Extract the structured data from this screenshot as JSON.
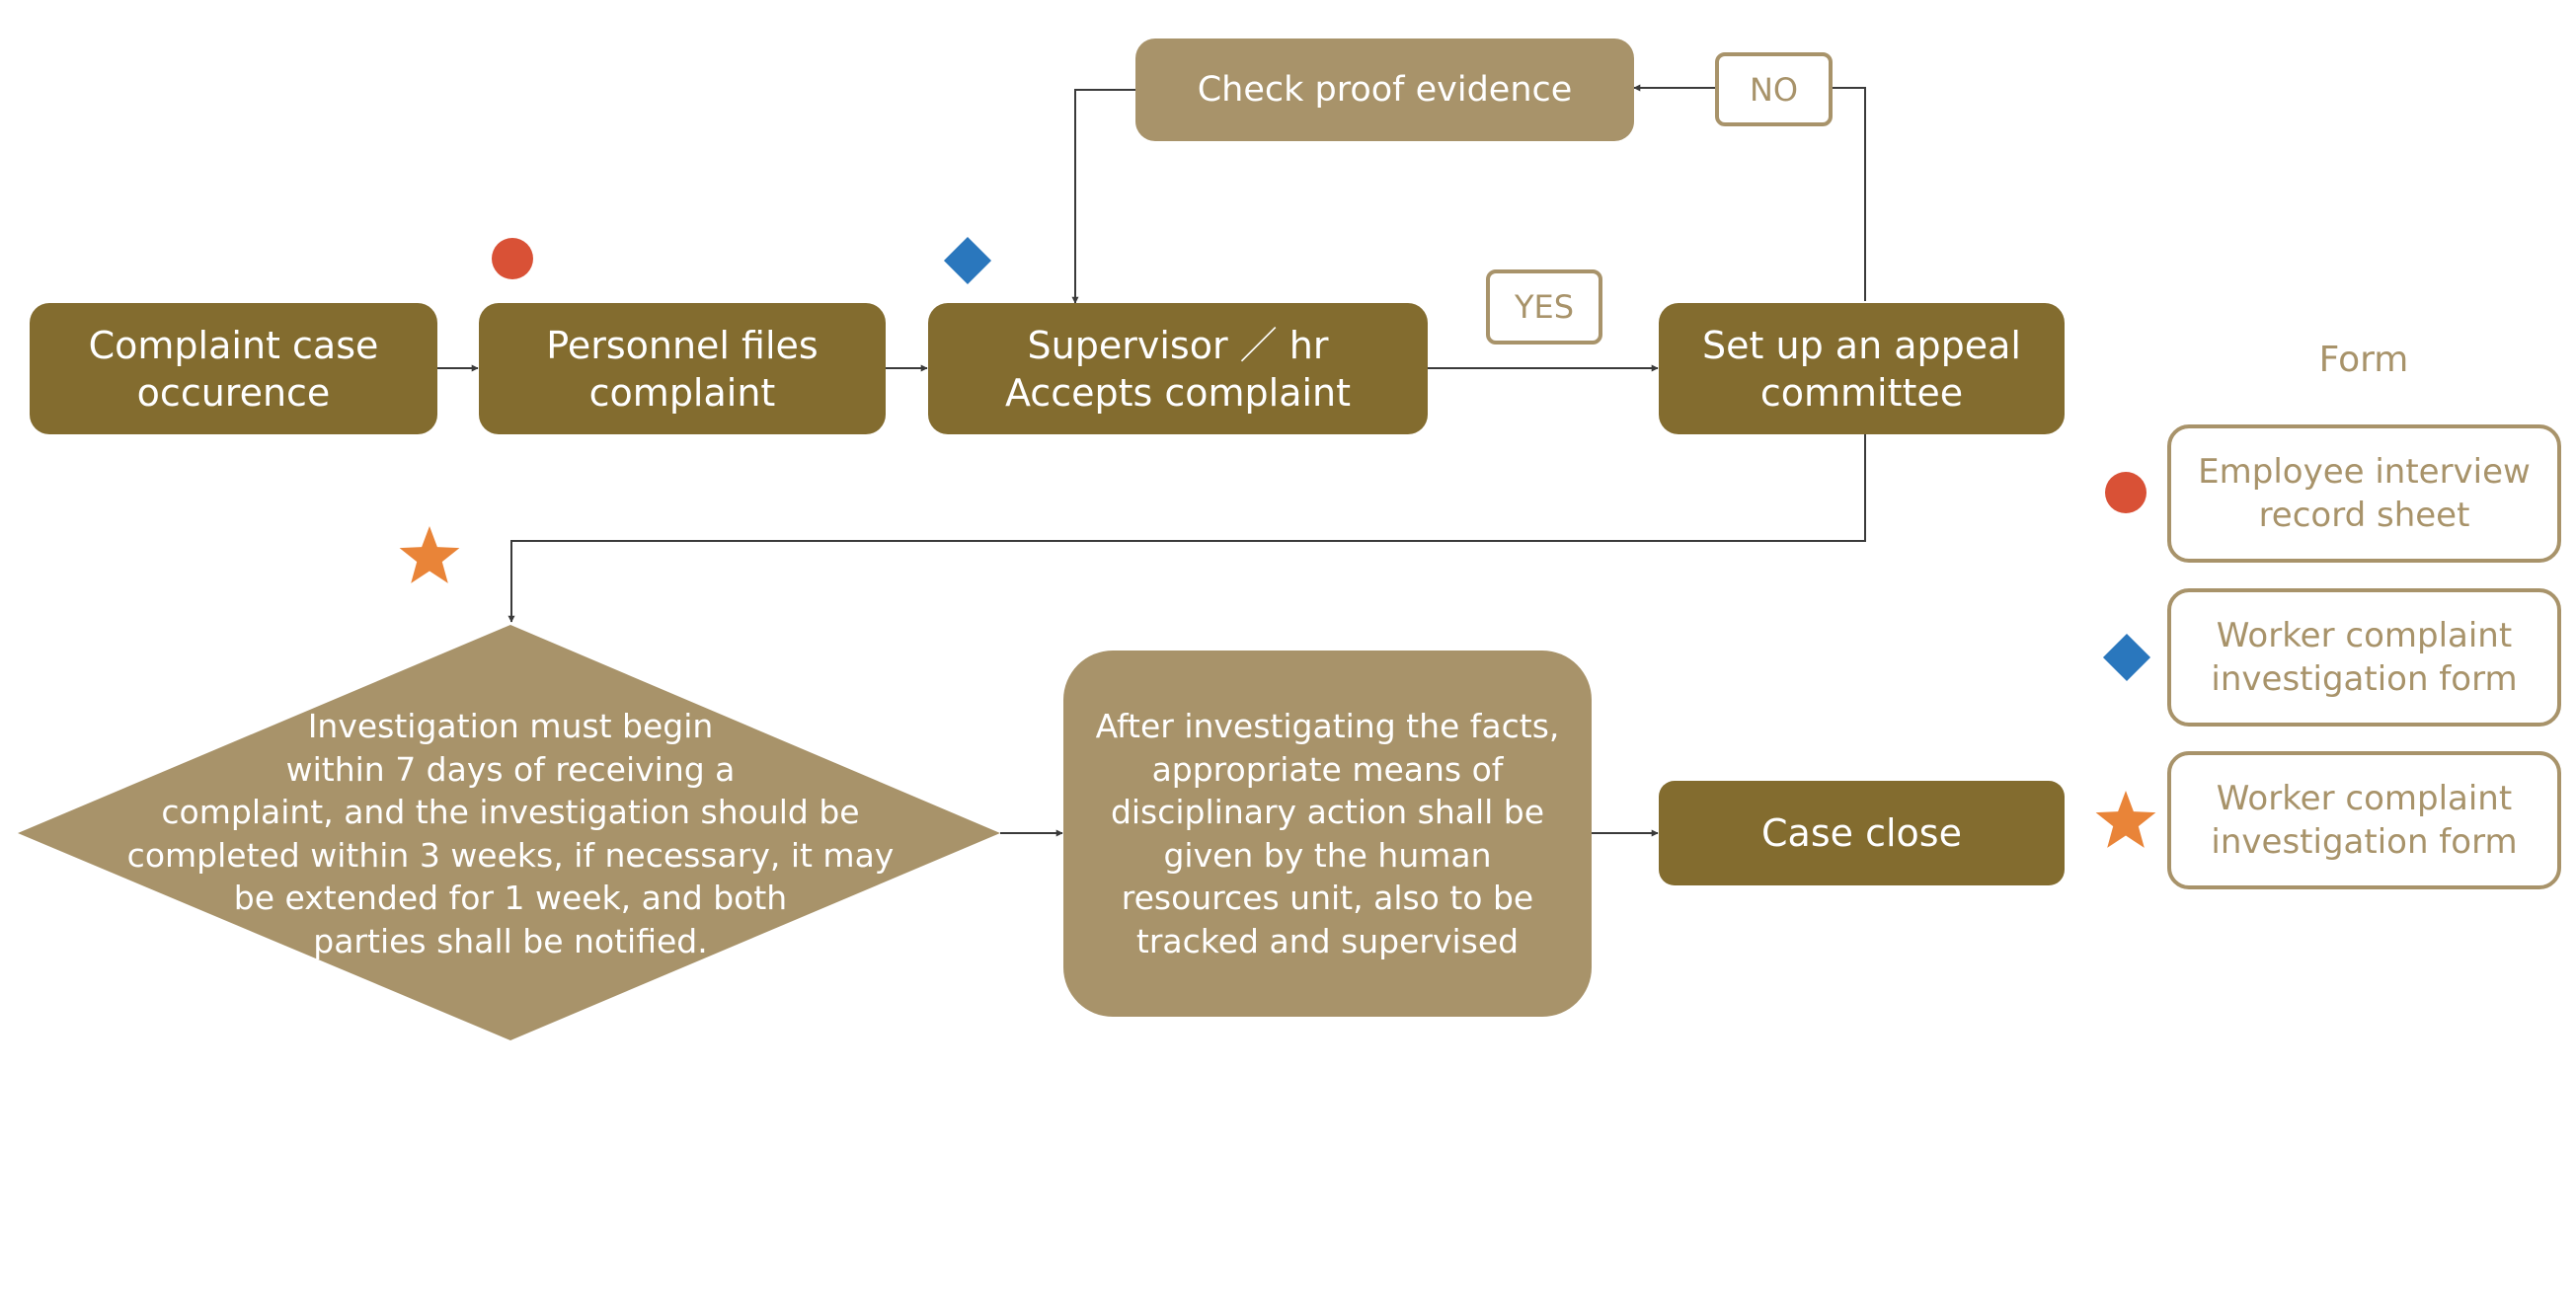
{
  "nodes": {
    "complaint_case": [
      "Complaint case",
      "occurence"
    ],
    "personnel_files": [
      "Personnel files",
      "complaint"
    ],
    "supervisor": [
      "Supervisor ／ hr",
      "Accepts complaint"
    ],
    "appeal_committee": [
      "Set up an appeal",
      "committee"
    ],
    "check_proof": "Check proof evidence",
    "investigation": [
      "Investigation must begin",
      "within 7 days of receiving a",
      "complaint, and the investigation should be",
      "completed within 3 weeks, if necessary, it may",
      "be extended for 1 week, and both",
      "parties shall be notified."
    ],
    "disciplinary": [
      "After investigating the facts,",
      "appropriate means of",
      "disciplinary action shall be",
      "given by the human",
      "resources unit, also to be",
      "tracked and supervised"
    ],
    "case_close": "Case close"
  },
  "decisions": {
    "yes": "YES",
    "no": "NO"
  },
  "legend": {
    "title": "Form",
    "items": [
      {
        "marker": "circle-icon",
        "color": "#d95136",
        "label": [
          "Employee interview",
          "record sheet"
        ]
      },
      {
        "marker": "diamond-icon",
        "color": "#2a77bd",
        "label": [
          "Worker complaint",
          "investigation form"
        ]
      },
      {
        "marker": "star-icon",
        "color": "#e98438",
        "label": [
          "Worker complaint",
          "investigation form"
        ]
      }
    ]
  },
  "colors": {
    "dark_node": "#836c2f",
    "light_node": "#a8936a",
    "connector": "#3a3a3a",
    "circle_marker": "#d95136",
    "diamond_marker": "#2a77bd",
    "star_marker": "#e98438"
  }
}
